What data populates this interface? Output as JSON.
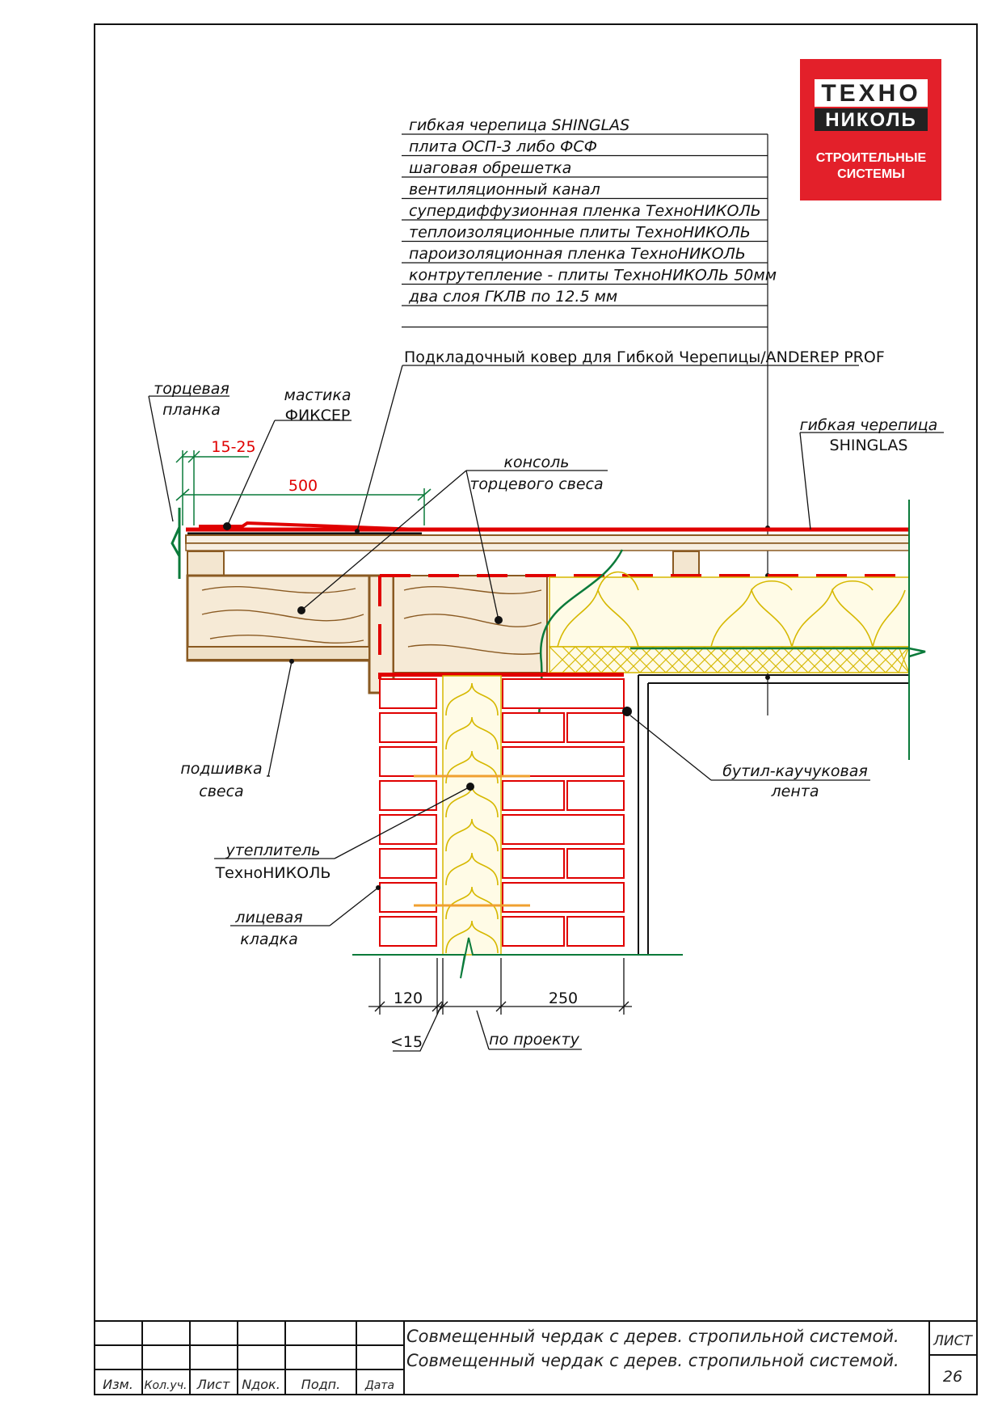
{
  "logo": {
    "line1": "ТЕХНО",
    "line2": "НИКОЛЬ",
    "line3": "СТРОИТЕЛЬНЫЕ",
    "line4": "СИСТЕМЫ",
    "bg_color": "#e3202a"
  },
  "layers": [
    "гибкая черепица SHINGLAS",
    "плита ОСП-3 либо ФСФ",
    "шаговая обрешетка",
    "вентиляционный канал",
    "супердиффузионная пленка ТехноНИКОЛЬ",
    "теплоизоляционные плиты ТехноНИКОЛЬ",
    "пароизоляционная пленка ТехноНИКОЛЬ",
    "контрутепление - плиты ТехноНИКОЛЬ 50мм",
    "два слоя ГКЛВ по 12.5 мм"
  ],
  "callouts": {
    "underlay": "Подкладочный ковер для Гибкой Черепицы/ANDEREP PROF",
    "end_plank_1": "торцевая",
    "end_plank_2": "планка",
    "mastic_1": "мастика",
    "mastic_2": "ФИКСЕР",
    "shingles_1": "гибкая черепица",
    "shingles_2": "SHINGLAS",
    "console_1": "консоль",
    "console_2": "торцевого свеса",
    "soffit_1": "подшивка",
    "soffit_2": "свеса",
    "butyl_1": "бутил-каучуковая",
    "butyl_2": "лента",
    "insulation_1": "утеплитель",
    "insulation_2": "ТехноНИКОЛЬ",
    "facing_1": "лицевая",
    "facing_2": "кладка",
    "gap": "<15",
    "per_project": "по проекту"
  },
  "dimensions": {
    "overlap": "15-25",
    "length": "500",
    "brick": "120",
    "wall": "250"
  },
  "title_block": {
    "title_line1": "Совмещенный чердак с дерев. стропильной системой.",
    "title_line2": "Совмещенный чердак с дерев. стропильной системой.",
    "sheet_label": "ЛИСТ",
    "sheet_number": "26",
    "col_izm": "Изм.",
    "col_koluch": "Кол.уч.",
    "col_list": "Лист",
    "col_ndok": "Nдок.",
    "col_podp": "Подп.",
    "col_data": "Дата"
  },
  "colors": {
    "roof_red": "#e00000",
    "wood": "#8a5a22",
    "insulation": "#d6b800",
    "membrane_green": "#0a7a3a",
    "dim_red": "#e00000"
  }
}
